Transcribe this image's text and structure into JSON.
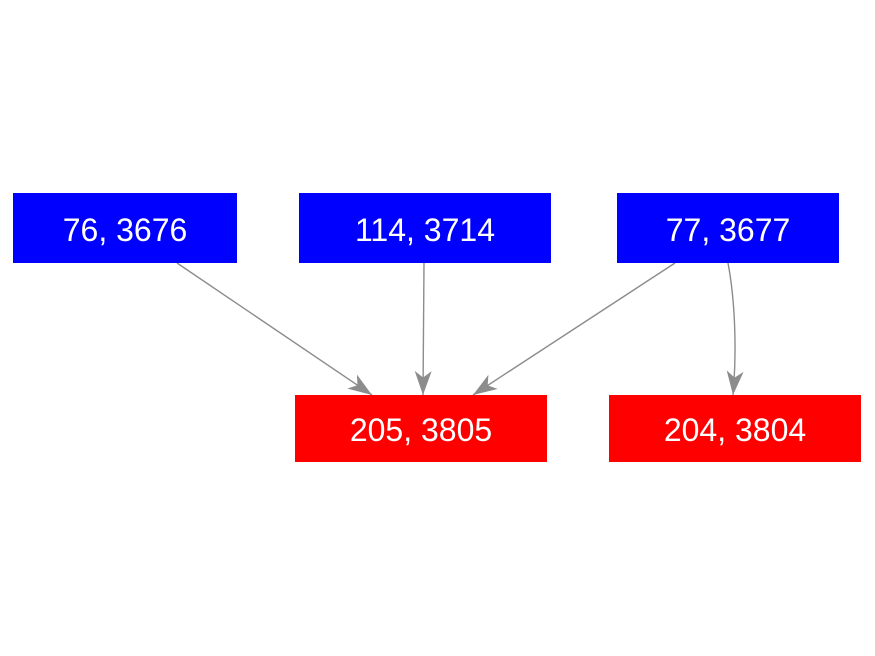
{
  "diagram": {
    "type": "node-link-graph",
    "background": "#ffffff",
    "colors": {
      "parent_node_fill": "#0000ff",
      "child_node_fill": "#ff0000",
      "edge": "#8c8c8c",
      "label_text": "#ffffff"
    },
    "nodes": [
      {
        "id": "n76",
        "label": "76, 3676",
        "role": "parent"
      },
      {
        "id": "n114",
        "label": "114, 3714",
        "role": "parent"
      },
      {
        "id": "n77",
        "label": "77, 3677",
        "role": "parent"
      },
      {
        "id": "n205",
        "label": "205, 3805",
        "role": "child"
      },
      {
        "id": "n204",
        "label": "204, 3804",
        "role": "child"
      }
    ],
    "edges": [
      {
        "from": "76, 3676",
        "to": "205, 3805"
      },
      {
        "from": "114, 3714",
        "to": "205, 3805"
      },
      {
        "from": "77, 3677",
        "to": "205, 3805"
      },
      {
        "from": "77, 3677",
        "to": "204, 3804"
      }
    ]
  }
}
